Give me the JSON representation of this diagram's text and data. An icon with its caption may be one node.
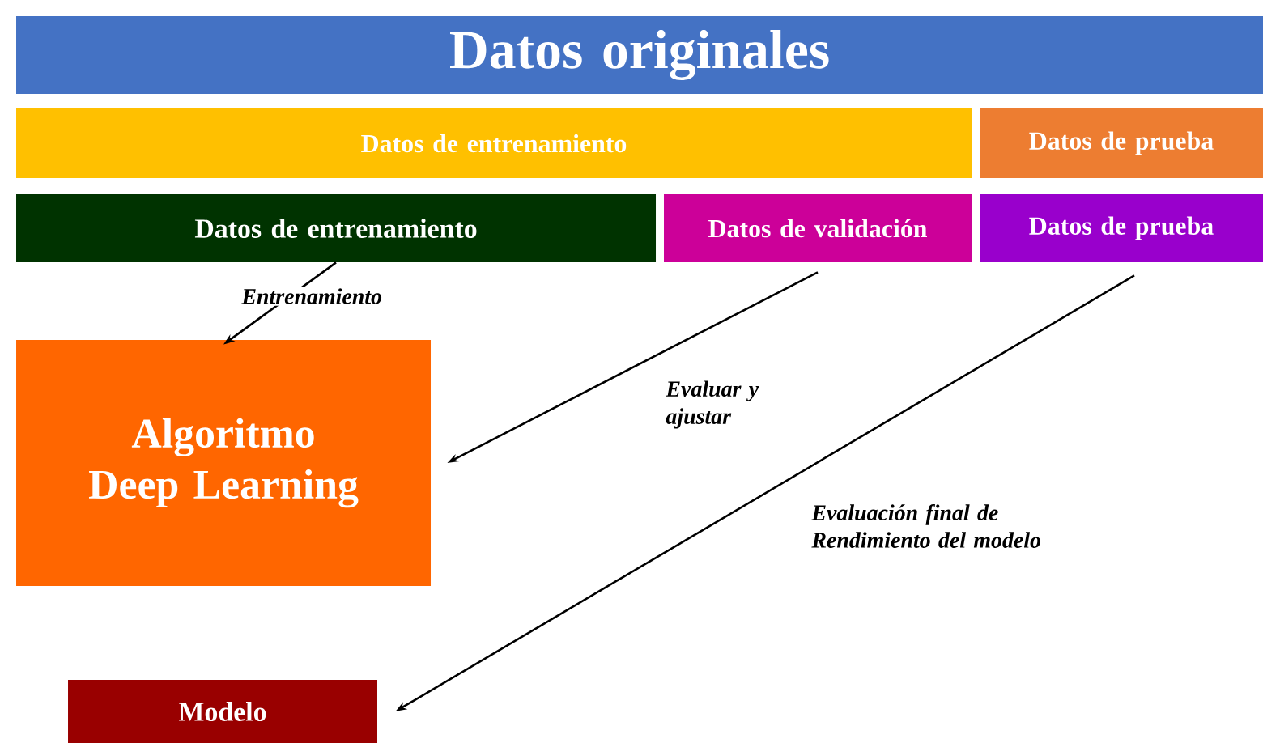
{
  "diagram": {
    "nodes": [
      {
        "text": [
          "Datos originales"
        ]
      },
      {
        "text": [
          "Datos de entrenamiento"
        ]
      },
      {
        "text": [
          "Datos de prueba"
        ]
      },
      {
        "text": [
          "Datos de entrenamiento"
        ]
      },
      {
        "text": [
          "Datos de validación"
        ]
      },
      {
        "text": [
          "Datos de prueba"
        ]
      },
      {
        "text": [
          "Algoritmo Deep Learning"
        ]
      },
      {
        "text": [
          "Modelo"
        ]
      }
    ],
    "edges": [
      {
        "from": 3,
        "to": 6,
        "arrow": "to",
        "label": "Entrenamiento"
      },
      {
        "from": 4,
        "to": 6,
        "arrow": "to",
        "label": "Evaluar y ajustar"
      },
      {
        "from": 5,
        "to": 7,
        "arrow": "to",
        "label": "Evaluación final de Rendimiento del modelo"
      }
    ]
  }
}
